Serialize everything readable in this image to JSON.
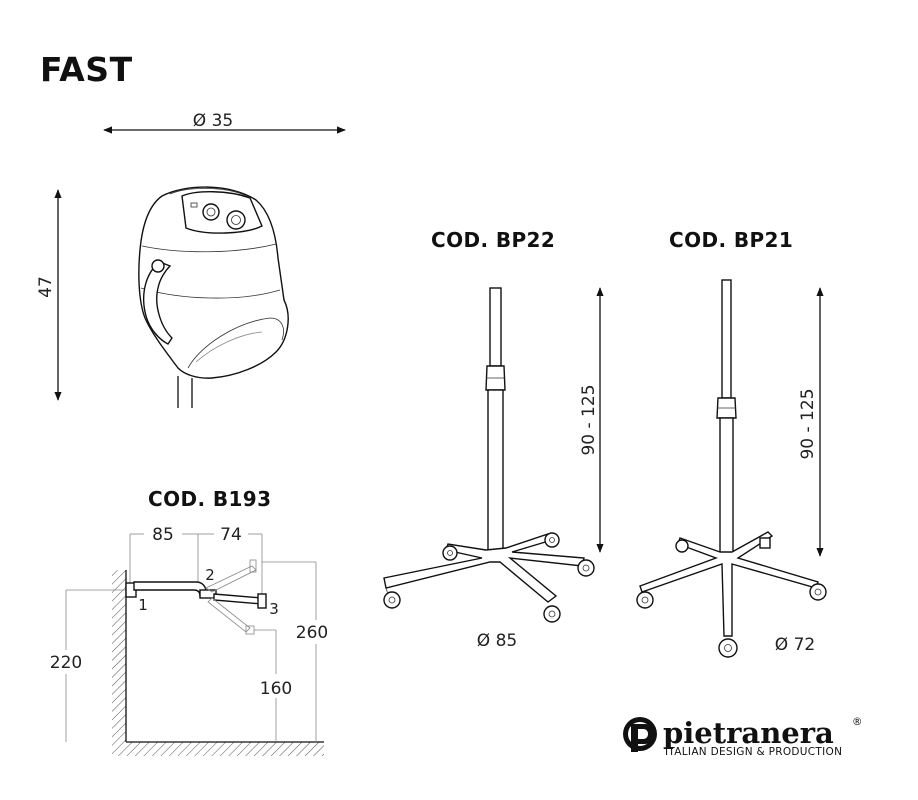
{
  "title": "FAST",
  "products": {
    "b193": {
      "code": "COD. B193",
      "dims": {
        "d85": "85",
        "d74": "74",
        "d220": "220",
        "d260": "260",
        "d160": "160",
        "p1": "1",
        "p2": "2",
        "p3": "3"
      }
    },
    "bp22": {
      "code": "COD. BP22",
      "height": "90 - 125",
      "base": "Ø 85"
    },
    "bp21": {
      "code": "COD. BP21",
      "height": "90 - 125",
      "base": "Ø 72"
    }
  },
  "hood": {
    "diameter": "Ø 35",
    "height": "47"
  },
  "brand": {
    "name": "pietranera",
    "mark": "®",
    "tagline": "ITALIAN DESIGN & PRODUCTION"
  }
}
